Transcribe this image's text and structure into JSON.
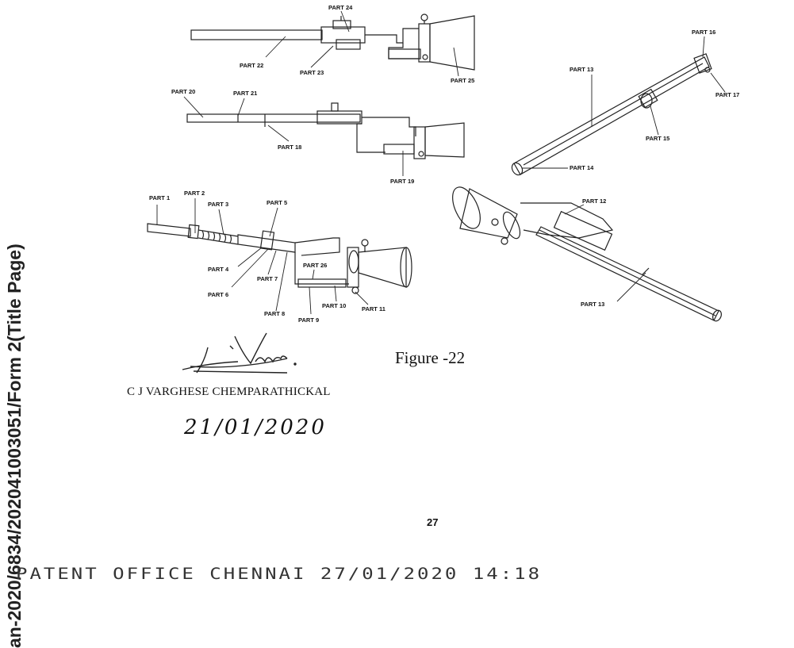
{
  "side_stamp": "an-2020/6834/202041003051/Form 2(Title Page)",
  "figure_caption": "Figure -22",
  "signature": {
    "signatory_name": "C J VARGHESE CHEMPARATHICKAL",
    "date": "21/01/2020"
  },
  "page_number": "27",
  "footer_stamp": "PATENT OFFICE CHENNAI  27/01/2020 14:18",
  "part_labels": {
    "p1": "PART 1",
    "p2": "PART 2",
    "p3": "PART 3",
    "p4": "PART 4",
    "p5": "PART 5",
    "p6": "PART 6",
    "p7": "PART 7",
    "p8": "PART 8",
    "p9": "PART 9",
    "p10": "PART 10",
    "p11": "PART 11",
    "p12": "PART 12",
    "p13a": "PART 13",
    "p13b": "PART 13",
    "p14": "PART 14",
    "p15": "PART 15",
    "p16": "PART 16",
    "p17": "PART 17",
    "p18": "PART 18",
    "p19": "PART 19",
    "p20": "PART 20",
    "p21": "PART 21",
    "p22": "PART 22",
    "p23": "PART 23",
    "p24": "PART 24",
    "p25": "PART 25",
    "p26": "PART 26"
  }
}
